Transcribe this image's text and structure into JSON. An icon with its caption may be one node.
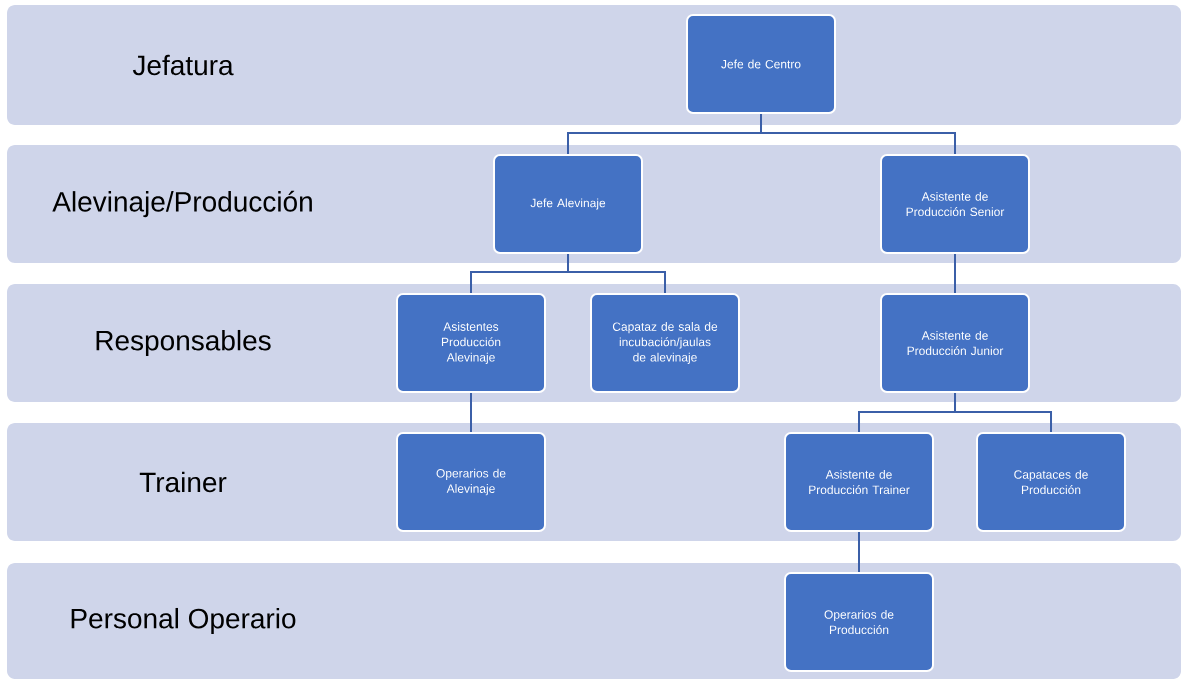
{
  "diagram": {
    "nodes": [
      {
        "text": [
          "Jefatura"
        ]
      },
      {
        "text": [
          "Jefe de Centro"
        ],
        "in": 0
      },
      {
        "text": [
          "Alevinaje/Producción"
        ]
      },
      {
        "text": [
          "Jefe Alevinaje"
        ],
        "in": 2
      },
      {
        "text": [
          "Asistente de Producción Senior"
        ],
        "in": 2
      },
      {
        "text": [
          "Responsables"
        ]
      },
      {
        "text": [
          "Asistentes Producción Alevinaje"
        ],
        "in": 5
      },
      {
        "text": [
          "Capataz de sala de incubación/jaulas de alevinaje"
        ],
        "in": 5
      },
      {
        "text": [
          "Asistente de Producción Junior"
        ],
        "in": 5
      },
      {
        "text": [
          "Trainer"
        ]
      },
      {
        "text": [
          "Operarios de Alevinaje"
        ],
        "in": 9
      },
      {
        "text": [
          "Asistente de Producción Trainer"
        ],
        "in": 9
      },
      {
        "text": [
          "Capataces de Producción"
        ],
        "in": 9
      },
      {
        "text": [
          "Personal Operario"
        ]
      },
      {
        "text": [
          "Operarios de Producción"
        ],
        "in": 13
      }
    ],
    "edges": [
      {
        "from": 1,
        "to": 3,
        "arrow": "none"
      },
      {
        "from": 1,
        "to": 4,
        "arrow": "none"
      },
      {
        "from": 3,
        "to": 6,
        "arrow": "none"
      },
      {
        "from": 3,
        "to": 7,
        "arrow": "none"
      },
      {
        "from": 4,
        "to": 8,
        "arrow": "none"
      },
      {
        "from": 6,
        "to": 10,
        "arrow": "none"
      },
      {
        "from": 8,
        "to": 11,
        "arrow": "none"
      },
      {
        "from": 8,
        "to": 12,
        "arrow": "none"
      },
      {
        "from": 11,
        "to": 14,
        "arrow": "none"
      }
    ]
  }
}
